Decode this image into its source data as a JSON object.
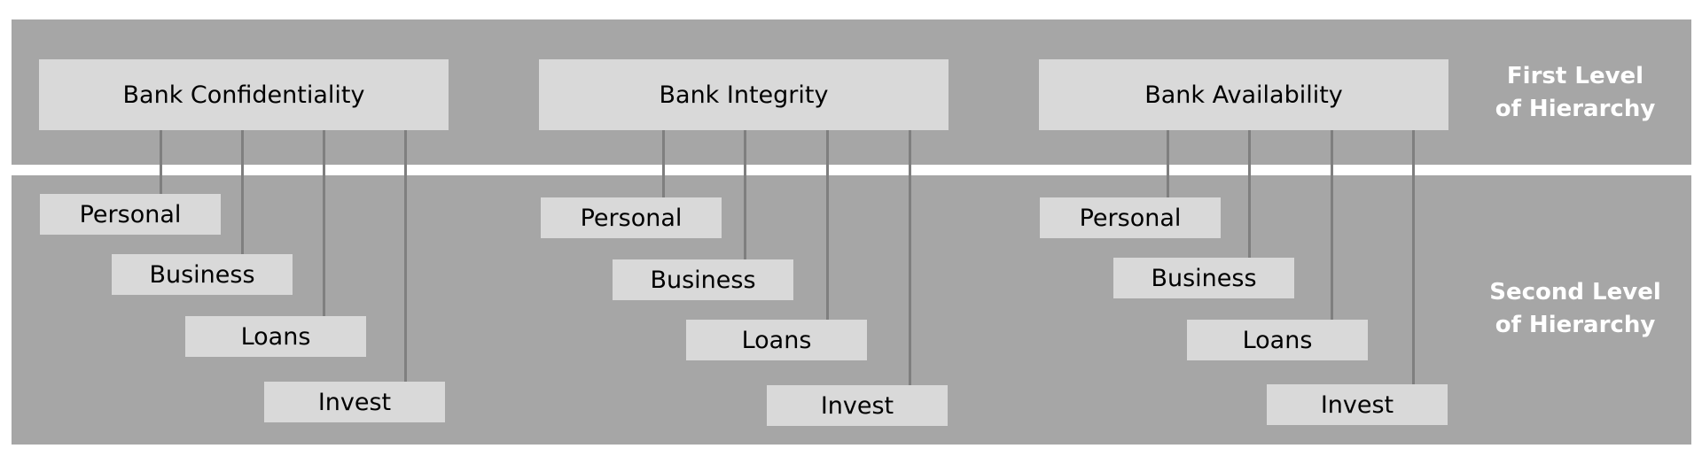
{
  "levels": {
    "first": [
      "First Level",
      "of Hierarchy"
    ],
    "second": [
      "Second Level",
      "of Hierarchy"
    ]
  },
  "groups": [
    {
      "title": "Bank Confidentiality",
      "children": [
        "Personal",
        "Business",
        "Loans",
        "Invest"
      ]
    },
    {
      "title": "Bank Integrity",
      "children": [
        "Personal",
        "Business",
        "Loans",
        "Invest"
      ]
    },
    {
      "title": "Bank Availability",
      "children": [
        "Personal",
        "Business",
        "Loans",
        "Invest"
      ]
    }
  ],
  "colors": {
    "band": "#a6a6a6",
    "box": "#d9d9d9",
    "connector": "#7f7f7f",
    "label_text": "#ffffff"
  }
}
